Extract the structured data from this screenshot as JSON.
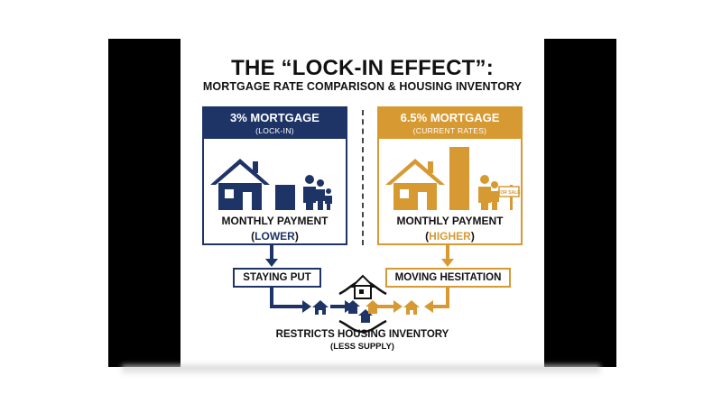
{
  "title": "THE “LOCK-IN EFFECT”:",
  "subtitle": "MORTGAGE RATE COMPARISON & HOUSING INVENTORY",
  "left": {
    "heading": "3% MORTGAGE",
    "subheading": "(LOCK-IN)",
    "payment_label": "MONTHLY PAYMENT",
    "payment_open": "(",
    "payment_word": "LOWER",
    "payment_close": ")",
    "status": "STAYING PUT",
    "color": "#1f3466"
  },
  "right": {
    "heading": "6.5% MORTGAGE",
    "subheading": "(CURRENT RATES)",
    "payment_label": "MONTHLY PAYMENT",
    "payment_open": "(",
    "payment_word": "HIGHER",
    "payment_close": ")",
    "status": "MOVING HESITATION",
    "sign_text": "FOR SALE",
    "color": "#d79a32"
  },
  "footer": {
    "line1": "RESTRICTS HOUSING INVENTORY",
    "line2": "(LESS SUPPLY)"
  },
  "icons": [
    "house-icon",
    "family-icon",
    "for-sale-sign-icon",
    "arrow-down-icon",
    "arrow-right-icon",
    "arrow-left-icon",
    "house-cluster-icon"
  ]
}
